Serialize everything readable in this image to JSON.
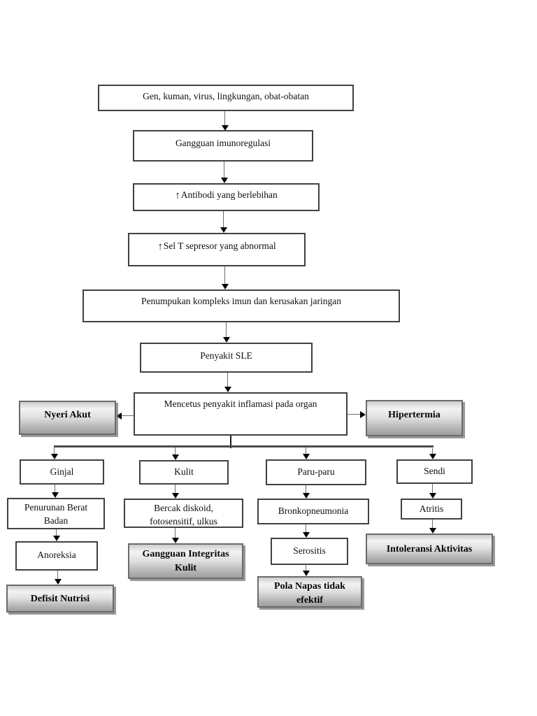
{
  "flowchart": {
    "nodes": {
      "gen": "Gen, kuman, virus, lingkungan, obat-obatan",
      "gangguan_imunoregulasi": "Gangguan imunoregulasi",
      "antibodi_up": "↑",
      "antibodi": "Antibodi yang berlebihan",
      "sel_t_up": "↑",
      "sel_t": "Sel T sepresor yang abnormal",
      "penumpukan": "Penumpukan kompleks imun dan kerusakan jaringan",
      "penyakit_sle": "Penyakit SLE",
      "mencetus": "Mencetus penyakit inflamasi pada organ",
      "nyeri_akut": "Nyeri Akut",
      "hipertermia": "Hipertermia",
      "ginjal": "Ginjal",
      "kulit": "Kulit",
      "paru_paru": "Paru-paru",
      "sendi": "Sendi",
      "penurunan_berat_badan": "Penurunan Berat Badan",
      "bercak": "Bercak diskoid, fotosensitif, ulkus",
      "bronkopneumonia": "Bronkopneumonia",
      "atritis": "Atritis",
      "anoreksia": "Anoreksia",
      "gangguan_integritas_kulit": "Gangguan Integritas Kulit",
      "serositis": "Serositis",
      "intoleransi_aktivitas": "Intoleransi Aktivitas",
      "defisit_nutrisi": "Defisit Nutrisi",
      "pola_napas": "Pola Napas tidak efektif"
    },
    "colors": {
      "background": "#ffffff",
      "box_fill": "#ffffff",
      "box_border": "#414141",
      "diagnosis_gradient_top": "#f3f3f3",
      "diagnosis_gradient_bottom": "#9f9f9f",
      "diagnosis_border": "#6b6b6b",
      "connector_line": "#6e6e6e",
      "branch_bar": "#4c4c4c",
      "arrowhead": "#040404",
      "text": "#0f0f0f"
    }
  }
}
